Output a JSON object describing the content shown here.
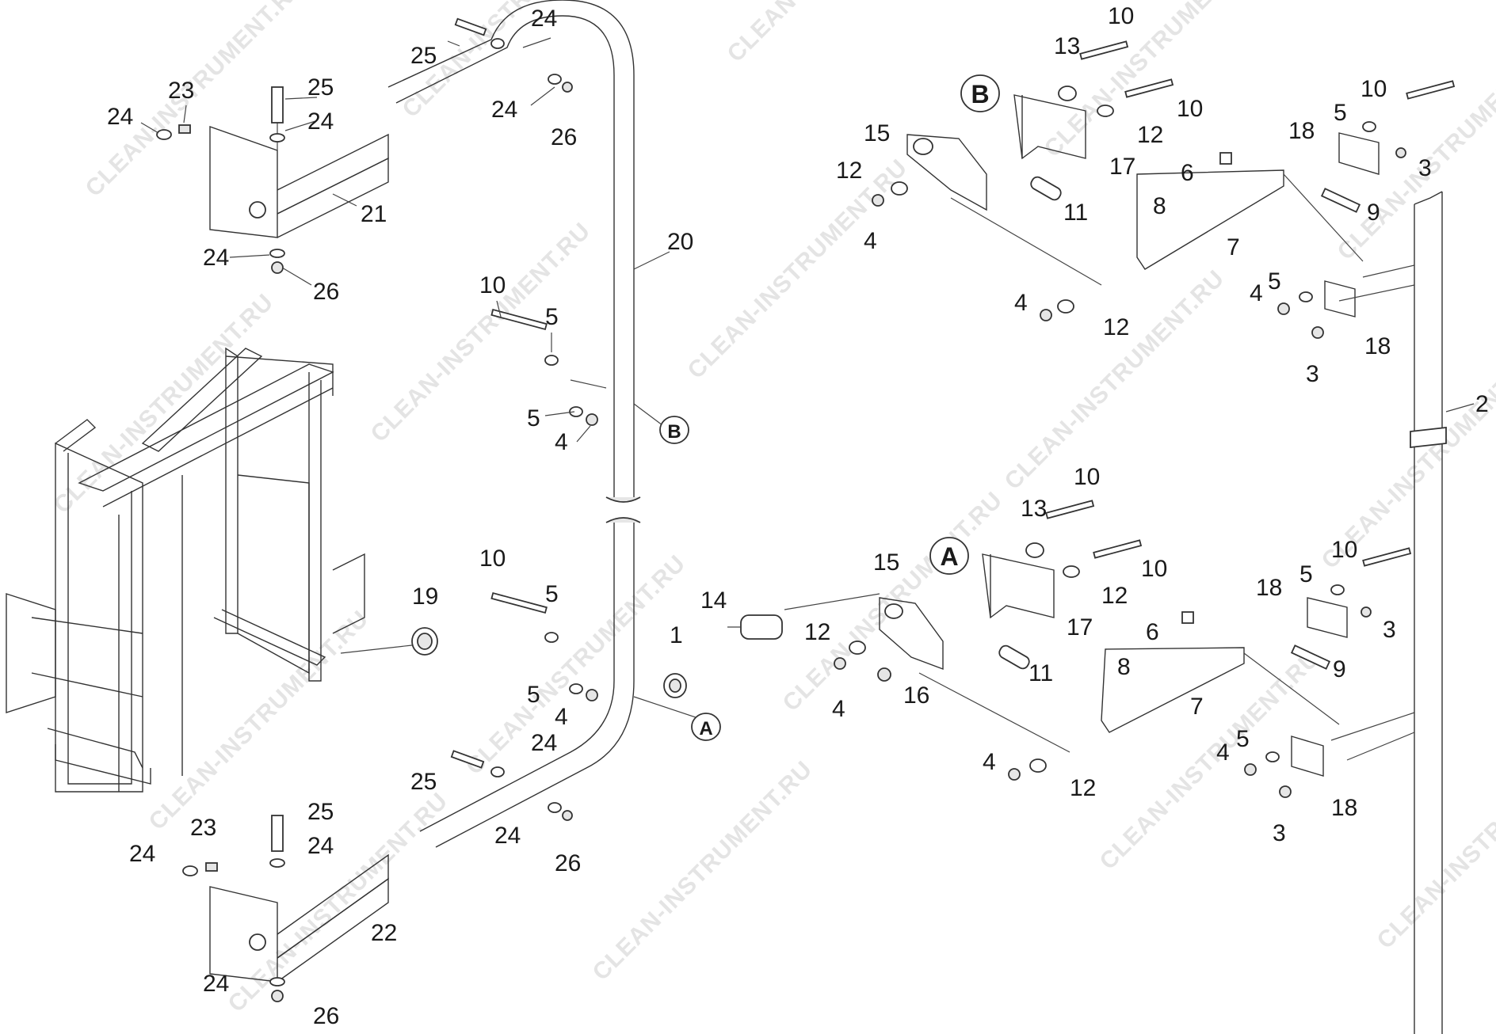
{
  "watermark": "CLEAN-INSTRUMENT.RU",
  "markers": {
    "a": "A",
    "b": "B"
  },
  "callouts": {
    "c1": "1",
    "c2": "2",
    "c3": "3",
    "c4": "4",
    "c5": "5",
    "c6": "6",
    "c7": "7",
    "c8": "8",
    "c9": "9",
    "c10": "10",
    "c11": "11",
    "c12": "12",
    "c13": "13",
    "c14": "14",
    "c15": "15",
    "c16": "16",
    "c17": "17",
    "c18": "18",
    "c19": "19",
    "c20": "20",
    "c21": "21",
    "c22": "22",
    "c23": "23",
    "c24": "24",
    "c25": "25",
    "c26": "26"
  }
}
